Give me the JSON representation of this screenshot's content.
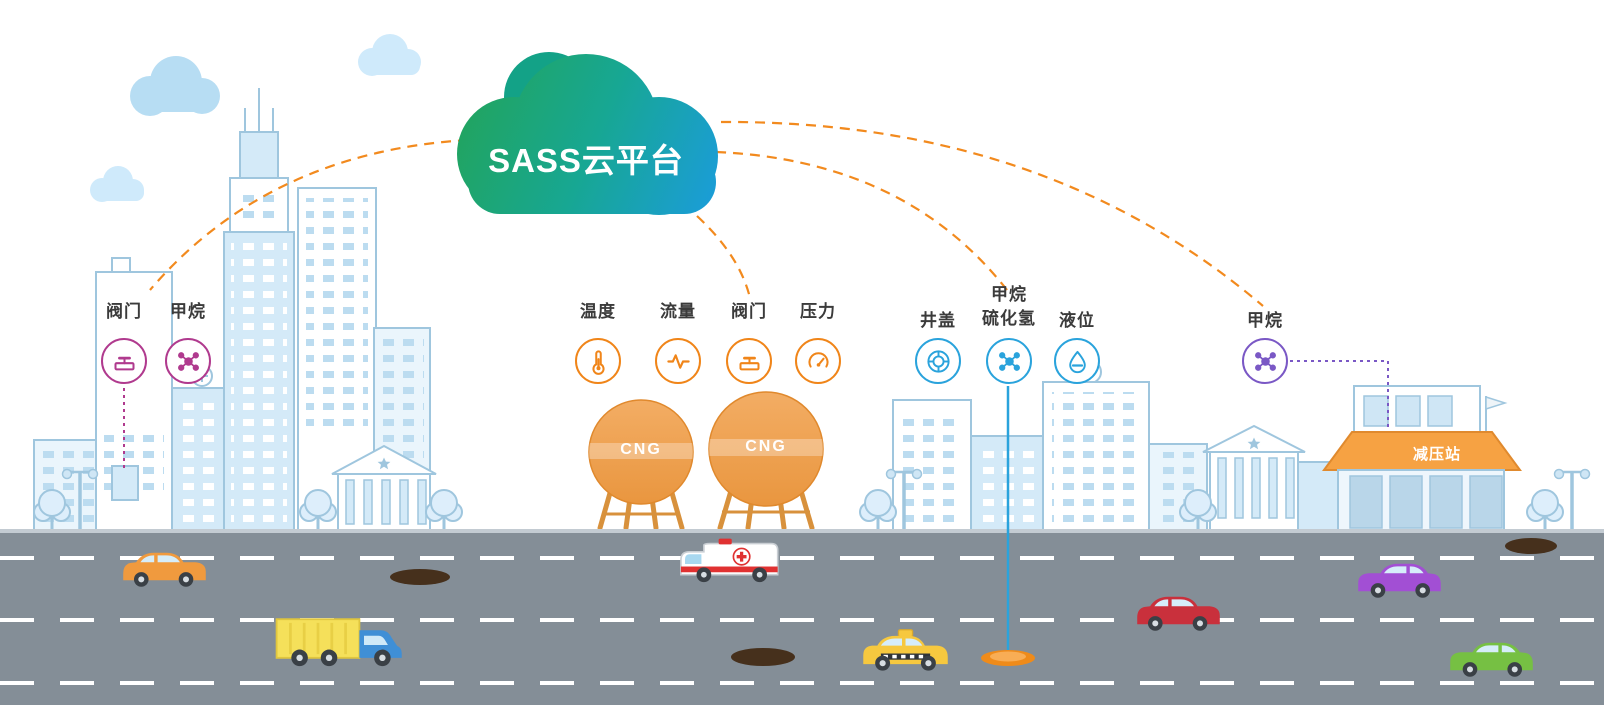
{
  "cloud": {
    "label": "SASS云平台",
    "gradient": [
      "#21a55e",
      "#1b9ddd"
    ]
  },
  "sensor_groups": {
    "city": {
      "accent_color": "#b03a8e",
      "items": [
        {
          "label": "阀门",
          "icon": "valve-icon"
        },
        {
          "label": "甲烷",
          "icon": "molecule-icon"
        }
      ]
    },
    "cng_station": {
      "accent_color": "#f08519",
      "items": [
        {
          "label": "温度",
          "icon": "thermometer-icon"
        },
        {
          "label": "流量",
          "icon": "flow-icon"
        },
        {
          "label": "阀门",
          "icon": "valve-icon"
        },
        {
          "label": "压力",
          "icon": "pressure-gauge-icon"
        }
      ]
    },
    "underground": {
      "accent_color": "#2aa3dc",
      "items": [
        {
          "label": "井盖",
          "icon": "manhole-cover-icon"
        },
        {
          "label": "甲烷",
          "label2": "硫化氢",
          "icon": "molecule-icon"
        },
        {
          "label": "液位",
          "icon": "liquid-level-icon"
        }
      ]
    },
    "pressure_station": {
      "accent_color": "#7a58c5",
      "items": [
        {
          "label": "甲烷",
          "icon": "molecule-icon"
        }
      ]
    }
  },
  "tanks": [
    {
      "label": "CNG"
    },
    {
      "label": "CNG"
    }
  ],
  "buildings": {
    "pressure_station_label": "减压站"
  },
  "road": {
    "lane_line_color": "#ffffff",
    "surface_color": "#848e97"
  }
}
